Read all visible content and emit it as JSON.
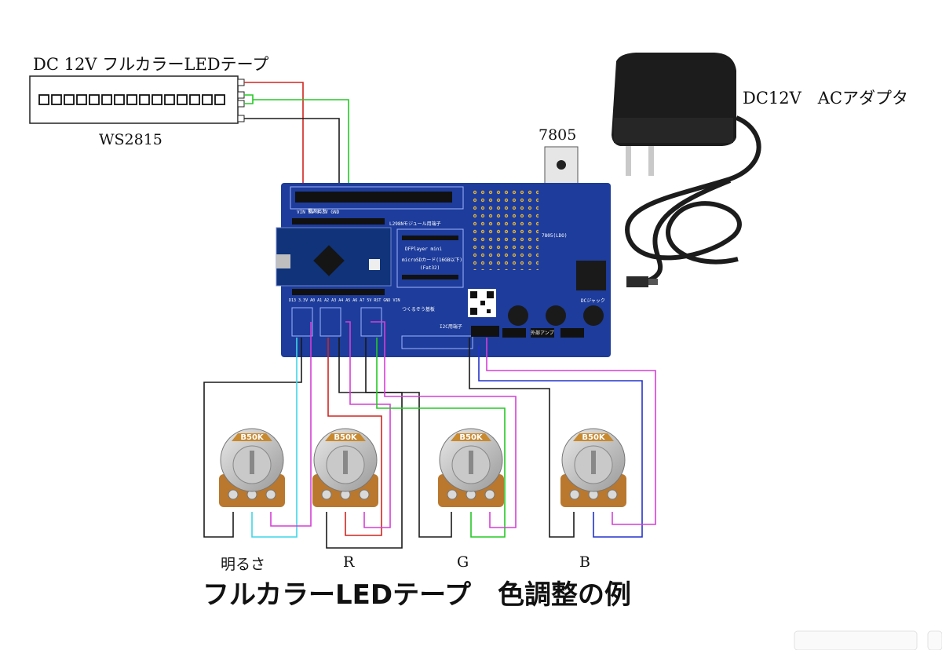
{
  "labels": {
    "led_tape_title": "DC 12V フルカラーLEDテープ",
    "led_chip": "WS2815",
    "regulator": "7805",
    "adapter": "DC12V　ACアダプタ",
    "pot_labels": [
      "明るさ",
      "R",
      "G",
      "B"
    ],
    "pot_value": "B50K",
    "footer_title": "フルカラーLEDテープ　色調整の例"
  },
  "board": {
    "top_labels": [
      "VIN",
      "5V",
      "3.3V",
      "GND"
    ],
    "power_out": "電源出力",
    "l298n": "L298Nモジュール用端子",
    "dfplayer": "DFPlayer mini",
    "sdcard": "microSDカード(16GB以下)",
    "fat32": "(Fat32)",
    "regulator_label": "7805(LDO)",
    "i2c": "I2C用端子",
    "nano_pins": "D13 3.3V A0 A1 A2 A3 A4 A5 A6 A7 5V RST GND VIN",
    "shop": "つくるぞう基板",
    "speaker": "外部アンプ",
    "dc_jack": "DCジャック"
  },
  "colors": {
    "board": "#1d3c9b",
    "wire_red": "#d0251f",
    "wire_green": "#25c825",
    "wire_black": "#1a1a1a",
    "wire_cyan": "#3fd6e8",
    "wire_magenta": "#d63fd6",
    "wire_blue": "#2233cc",
    "pot_brass": "#b9782e"
  }
}
